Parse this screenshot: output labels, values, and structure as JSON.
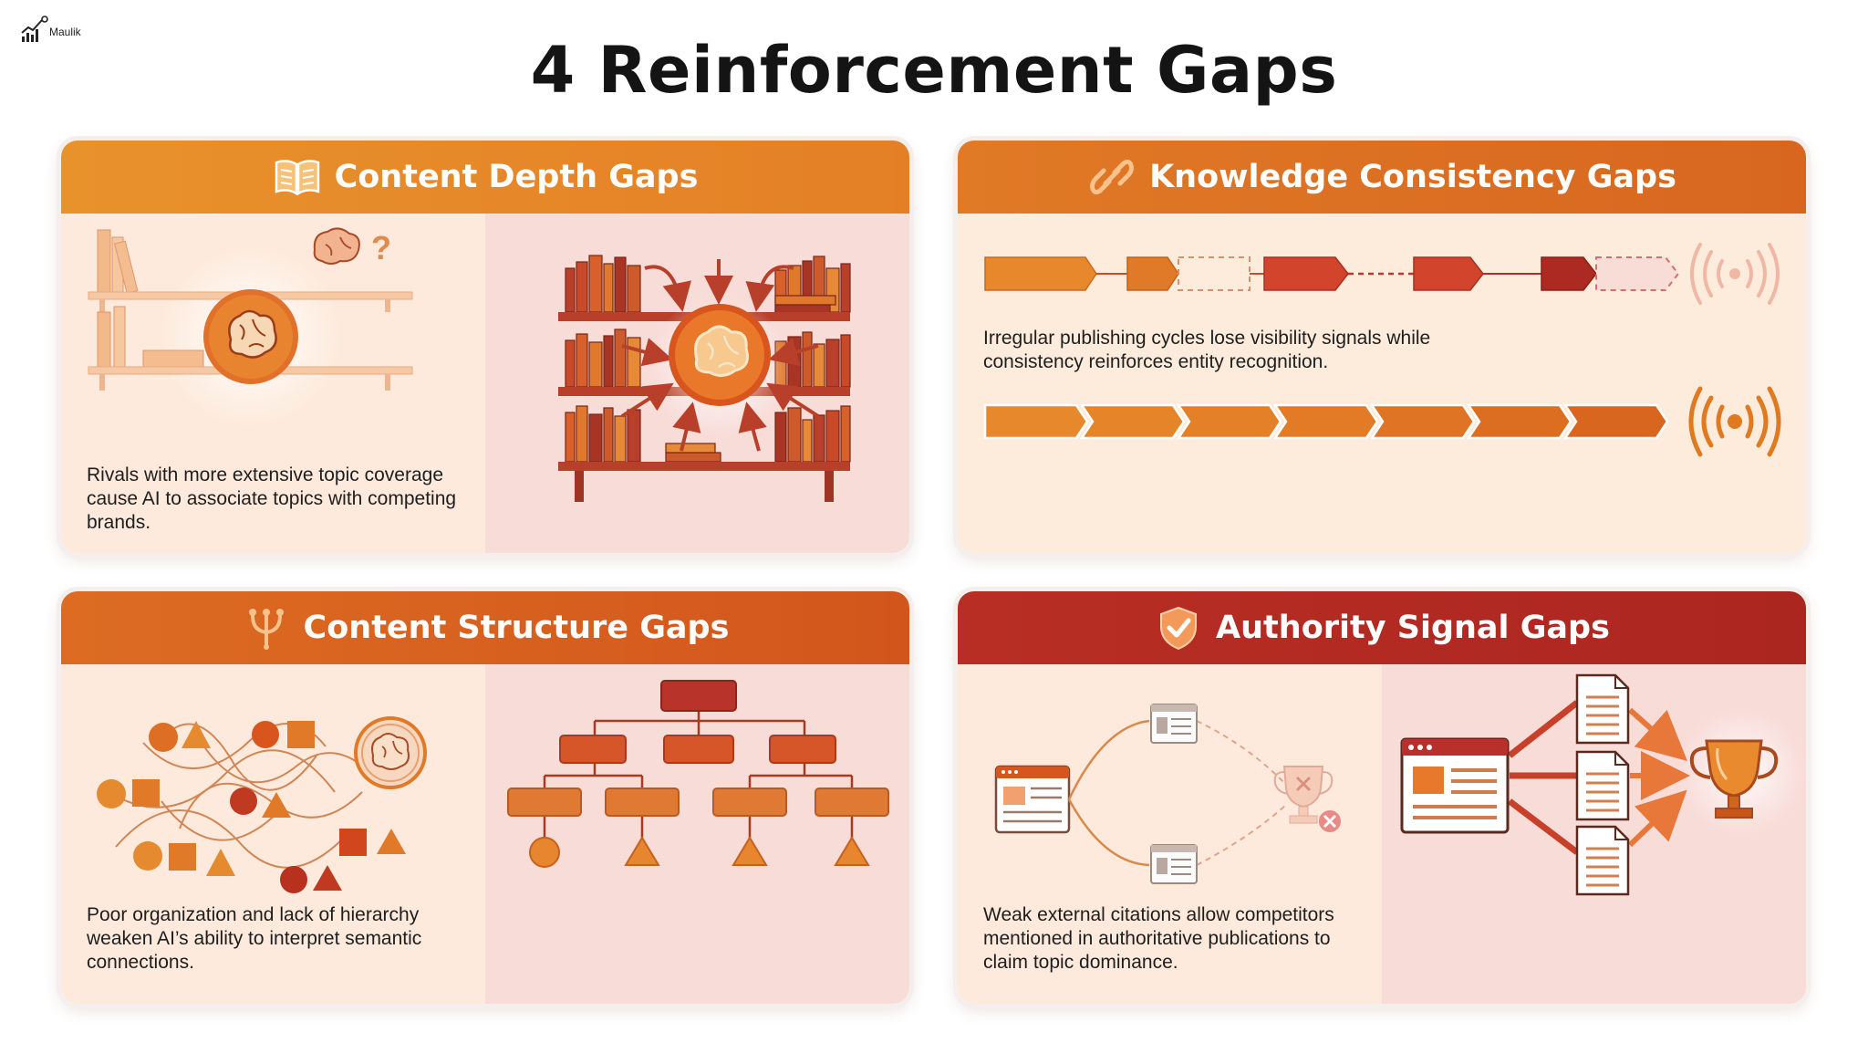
{
  "brand": {
    "logo_text": "Maulik"
  },
  "title": "4 Reinforcement Gaps",
  "colors": {
    "header_depth": "#e6892a",
    "header_consistency": "#df6e22",
    "header_structure": "#d9611f",
    "header_authority": "#b42a22",
    "panel_warm": "#fdeadc",
    "panel_pink": "#f8dcd8"
  },
  "cards": [
    {
      "title": "Content Depth Gaps",
      "icon": "open-book-icon",
      "description": "Rivals with more extensive topic coverage cause AI to associate topics with competing brands."
    },
    {
      "title": "Knowledge Consistency Gaps",
      "icon": "link-icon",
      "description": "Irregular publishing cycles lose visibility signals while consistency reinforces entity recognition."
    },
    {
      "title": "Content Structure Gaps",
      "icon": "branch-icon",
      "description": "Poor organization and lack of hierarchy weaken AI’s ability to interpret semantic connections."
    },
    {
      "title": "Authority Signal Gaps",
      "icon": "shield-check-icon",
      "description": "Weak external citations allow competitors mentioned in authoritative publications to claim topic dominance."
    }
  ]
}
